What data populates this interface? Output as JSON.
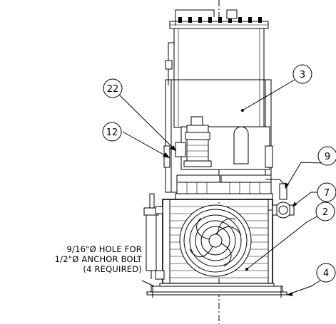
{
  "callouts": [
    {
      "id": "balloon-22",
      "label": "22"
    },
    {
      "id": "balloon-12",
      "label": "12"
    },
    {
      "id": "balloon-3",
      "label": "3"
    },
    {
      "id": "balloon-9",
      "label": "9"
    },
    {
      "id": "balloon-7",
      "label": "7"
    },
    {
      "id": "balloon-2",
      "label": "2"
    },
    {
      "id": "balloon-4",
      "label": "4"
    }
  ],
  "anchor_note": {
    "line1": "9/16\"Ø HOLE FOR",
    "line2": "1/2\"Ø ANCHOR BOLT",
    "line3": "(4 REQUIRED)"
  }
}
